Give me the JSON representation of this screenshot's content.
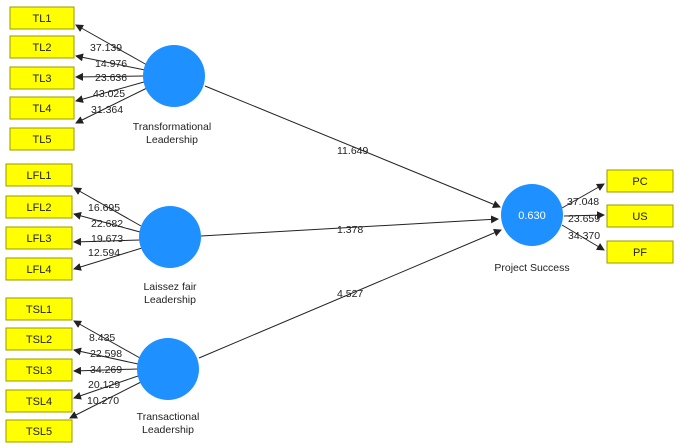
{
  "colors": {
    "indicator_fill": "#ffff00",
    "indicator_border": "#9a9a00",
    "construct_fill": "#1e90ff",
    "arrow": "#222222"
  },
  "constructs": {
    "transformational": {
      "name_line1": "Transformational",
      "name_line2": "Leadership",
      "indicators": [
        {
          "label": "TL1",
          "weight": "37.139"
        },
        {
          "label": "TL2",
          "weight": "14.976"
        },
        {
          "label": "TL3",
          "weight": "23.636"
        },
        {
          "label": "TL4",
          "weight": "43.025"
        },
        {
          "label": "TL5",
          "weight": "31.364"
        }
      ]
    },
    "laissez_faire": {
      "name_line1": "Laissez fair",
      "name_line2": "Leadership",
      "indicators": [
        {
          "label": "LFL1",
          "weight": "16.695"
        },
        {
          "label": "LFL2",
          "weight": "22.682"
        },
        {
          "label": "LFL3",
          "weight": "19.673"
        },
        {
          "label": "LFL4",
          "weight": "12.594"
        }
      ]
    },
    "transactional": {
      "name_line1": "Transactional",
      "name_line2": "Leadership",
      "indicators": [
        {
          "label": "TSL1",
          "weight": "8.435"
        },
        {
          "label": "TSL2",
          "weight": "22.598"
        },
        {
          "label": "TSL3",
          "weight": "34.269"
        },
        {
          "label": "TSL4",
          "weight": "20.129"
        },
        {
          "label": "TSL5",
          "weight": "10.270"
        }
      ]
    },
    "project_success": {
      "name_line1": "Project Success",
      "r_squared": "0.630",
      "indicators": [
        {
          "label": "PC",
          "weight": "37.048"
        },
        {
          "label": "US",
          "weight": "23.659"
        },
        {
          "label": "PF",
          "weight": "34.370"
        }
      ]
    }
  },
  "paths": {
    "transformational_to_success": "11.649",
    "laissez_faire_to_success": "1.378",
    "transactional_to_success": "4.527"
  }
}
